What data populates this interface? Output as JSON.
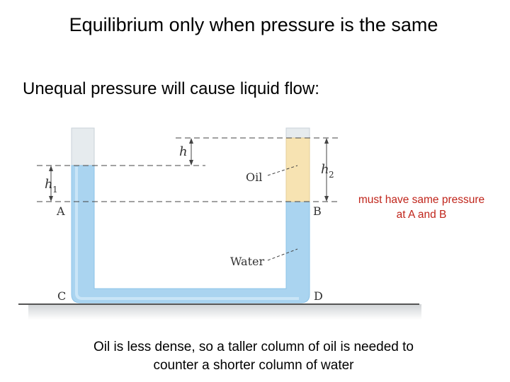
{
  "title": "Equilibrium only when pressure is the same",
  "subtitle": "Unequal pressure will cause liquid flow:",
  "diagram": {
    "labels": {
      "h": "h",
      "h1": "h",
      "h1_sub": "1",
      "h2": "h",
      "h2_sub": "2",
      "oil": "Oil",
      "water": "Water",
      "A": "A",
      "B": "B",
      "C": "C",
      "D": "D"
    },
    "colors": {
      "water": "#aad4f0",
      "oil": "#f7e3b2",
      "glass": "#e6ebee",
      "ground": "#555555"
    }
  },
  "note": "must have same pressure at A and B",
  "caption": "Oil is less dense, so a taller column of oil is needed to counter a shorter column of water"
}
